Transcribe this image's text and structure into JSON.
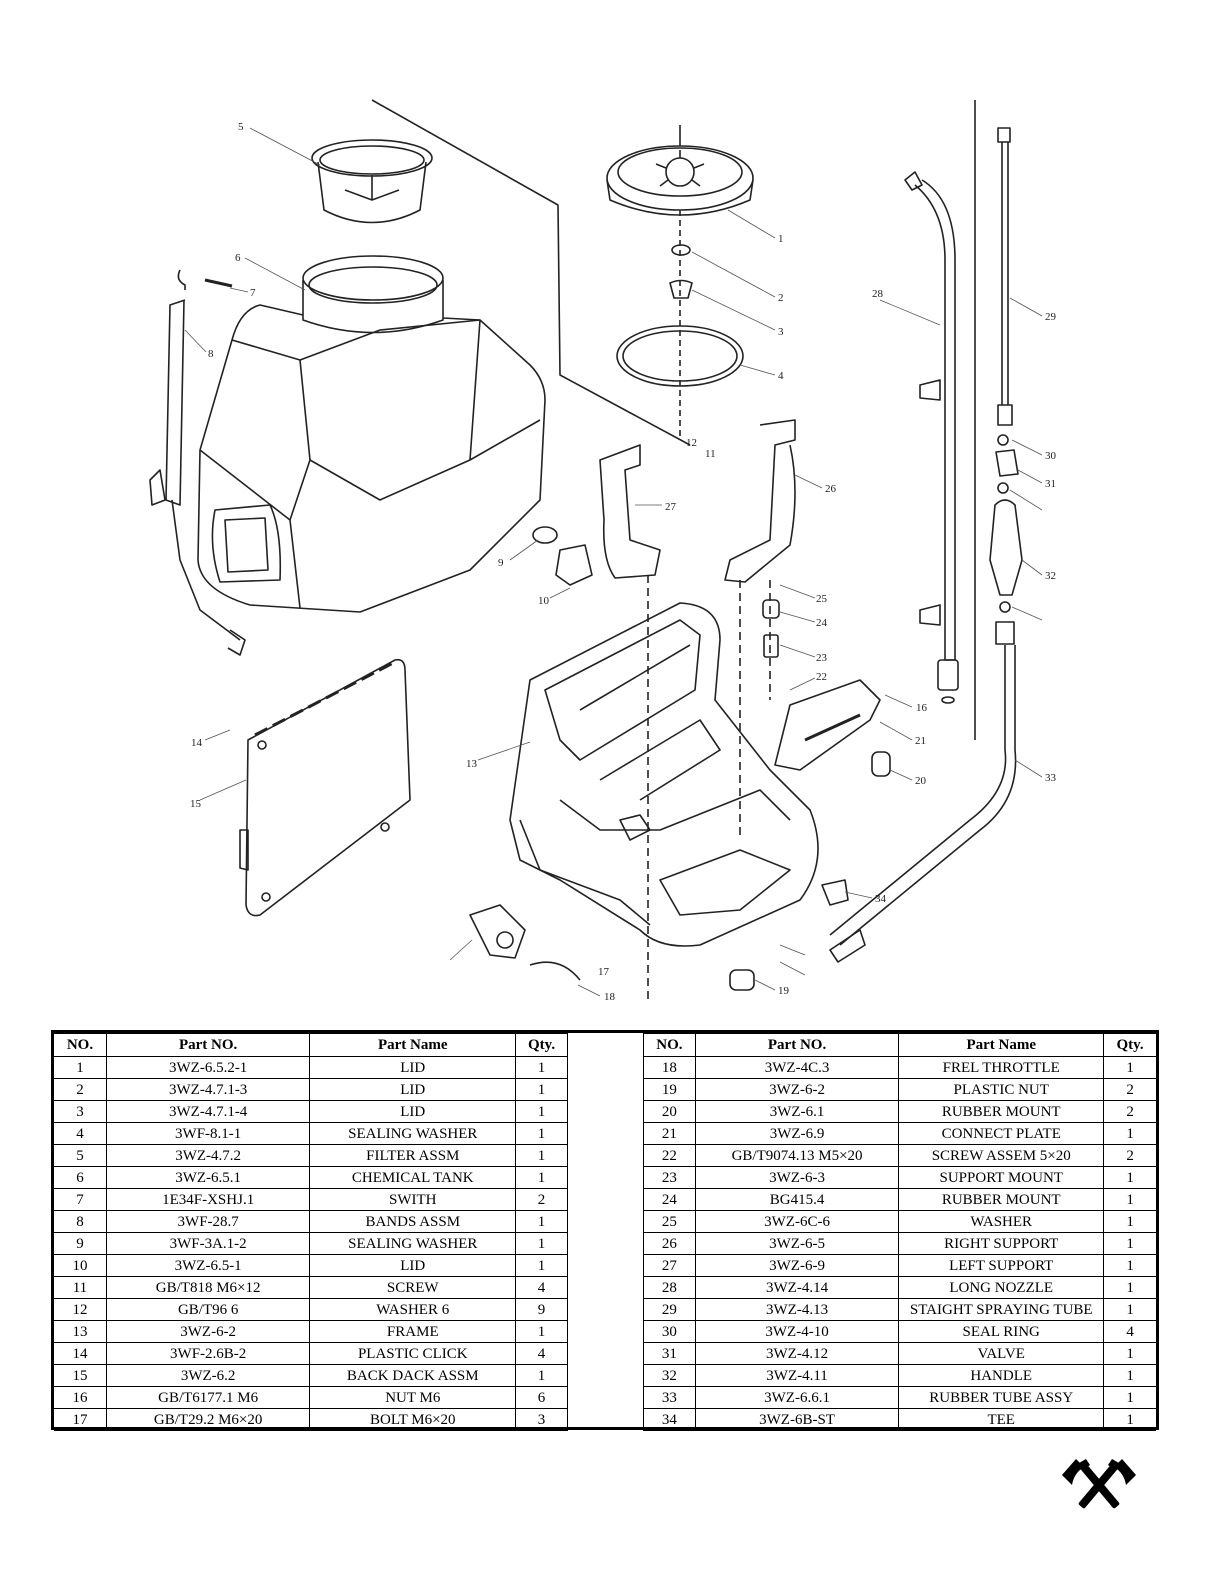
{
  "diagram": {
    "callouts": [
      "1",
      "2",
      "3",
      "4",
      "5",
      "6",
      "7",
      "8",
      "9",
      "10",
      "11",
      "12",
      "13",
      "14",
      "15",
      "16",
      "17",
      "18",
      "19",
      "20",
      "21",
      "22",
      "23",
      "24",
      "25",
      "26",
      "27",
      "28",
      "29",
      "30",
      "31",
      "32",
      "33",
      "34"
    ]
  },
  "table": {
    "headers": {
      "no": "NO.",
      "part_no": "Part NO.",
      "part_name": "Part Name",
      "qty": "Qty."
    },
    "left_rows": [
      {
        "no": "1",
        "part_no": "3WZ-6.5.2-1",
        "part_name": "LID",
        "qty": "1"
      },
      {
        "no": "2",
        "part_no": "3WZ-4.7.1-3",
        "part_name": "LID",
        "qty": "1"
      },
      {
        "no": "3",
        "part_no": "3WZ-4.7.1-4",
        "part_name": "LID",
        "qty": "1"
      },
      {
        "no": "4",
        "part_no": "3WF-8.1-1",
        "part_name": "SEALING WASHER",
        "qty": "1"
      },
      {
        "no": "5",
        "part_no": "3WZ-4.7.2",
        "part_name": "FILTER ASSM",
        "qty": "1"
      },
      {
        "no": "6",
        "part_no": "3WZ-6.5.1",
        "part_name": "CHEMICAL TANK",
        "qty": "1"
      },
      {
        "no": "7",
        "part_no": "1E34F-XSHJ.1",
        "part_name": "SWITH",
        "qty": "2"
      },
      {
        "no": "8",
        "part_no": "3WF-28.7",
        "part_name": "BANDS ASSM",
        "qty": "1"
      },
      {
        "no": "9",
        "part_no": "3WF-3A.1-2",
        "part_name": "SEALING WASHER",
        "qty": "1"
      },
      {
        "no": "10",
        "part_no": "3WZ-6.5-1",
        "part_name": "LID",
        "qty": "1"
      },
      {
        "no": "11",
        "part_no": "GB/T818 M6×12",
        "part_name": "SCREW",
        "qty": "4"
      },
      {
        "no": "12",
        "part_no": "GB/T96 6",
        "part_name": "WASHER 6",
        "qty": "9"
      },
      {
        "no": "13",
        "part_no": "3WZ-6-2",
        "part_name": "FRAME",
        "qty": "1"
      },
      {
        "no": "14",
        "part_no": "3WF-2.6B-2",
        "part_name": "PLASTIC CLICK",
        "qty": "4"
      },
      {
        "no": "15",
        "part_no": "3WZ-6.2",
        "part_name": "BACK DACK ASSM",
        "qty": "1"
      },
      {
        "no": "16",
        "part_no": "GB/T6177.1 M6",
        "part_name": "NUT M6",
        "qty": "6"
      },
      {
        "no": "17",
        "part_no": "GB/T29.2 M6×20",
        "part_name": "BOLT M6×20",
        "qty": "3"
      }
    ],
    "right_rows": [
      {
        "no": "18",
        "part_no": "3WZ-4C.3",
        "part_name": "FREL THROTTLE",
        "qty": "1"
      },
      {
        "no": "19",
        "part_no": "3WZ-6-2",
        "part_name": "PLASTIC NUT",
        "qty": "2"
      },
      {
        "no": "20",
        "part_no": "3WZ-6.1",
        "part_name": "RUBBER MOUNT",
        "qty": "2"
      },
      {
        "no": "21",
        "part_no": "3WZ-6.9",
        "part_name": "CONNECT PLATE",
        "qty": "1"
      },
      {
        "no": "22",
        "part_no": "GB/T9074.13 M5×20",
        "part_name": "SCREW ASSEM 5×20",
        "qty": "2"
      },
      {
        "no": "23",
        "part_no": "3WZ-6-3",
        "part_name": "SUPPORT MOUNT",
        "qty": "1"
      },
      {
        "no": "24",
        "part_no": "BG415.4",
        "part_name": "RUBBER MOUNT",
        "qty": "1"
      },
      {
        "no": "25",
        "part_no": "3WZ-6C-6",
        "part_name": "WASHER",
        "qty": "1"
      },
      {
        "no": "26",
        "part_no": "3WZ-6-5",
        "part_name": "RIGHT SUPPORT",
        "qty": "1"
      },
      {
        "no": "27",
        "part_no": "3WZ-6-9",
        "part_name": "LEFT SUPPORT",
        "qty": "1"
      },
      {
        "no": "28",
        "part_no": "3WZ-4.14",
        "part_name": "LONG NOZZLE",
        "qty": "1"
      },
      {
        "no": "29",
        "part_no": "3WZ-4.13",
        "part_name": "STAIGHT SPRAYING TUBE",
        "qty": "1"
      },
      {
        "no": "30",
        "part_no": "3WZ-4-10",
        "part_name": "SEAL RING",
        "qty": "4"
      },
      {
        "no": "31",
        "part_no": "3WZ-4.12",
        "part_name": "VALVE",
        "qty": "1"
      },
      {
        "no": "32",
        "part_no": "3WZ-4.11",
        "part_name": "HANDLE",
        "qty": "1"
      },
      {
        "no": "33",
        "part_no": "3WZ-6.6.1",
        "part_name": "RUBBER TUBE ASSY",
        "qty": "1"
      },
      {
        "no": "34",
        "part_no": "3WZ-6B-ST",
        "part_name": "TEE",
        "qty": "1"
      }
    ]
  },
  "logo": {
    "icon": "crossed-axes-icon"
  }
}
